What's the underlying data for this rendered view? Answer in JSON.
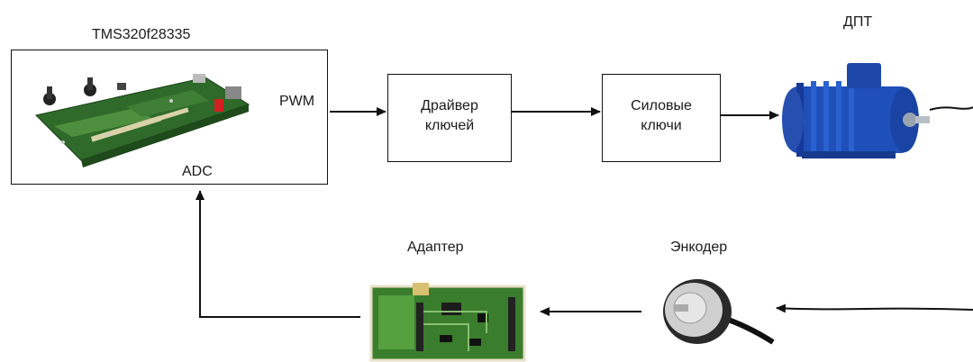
{
  "controller": {
    "title": "TMS320f28335",
    "pwm_label": "PWM",
    "adc_label": "ADC"
  },
  "driver": {
    "line1": "Драйвер",
    "line2": "ключей"
  },
  "power_switches": {
    "line1": "Силовые",
    "line2": "ключи"
  },
  "motor": {
    "title": "ДПТ"
  },
  "adapter": {
    "title": "Адаптер"
  },
  "encoder": {
    "title": "Энкодер"
  },
  "colors": {
    "motor_blue": "#1f4fb8",
    "pcb_green": "#3a7d2c",
    "line": "#111111"
  }
}
